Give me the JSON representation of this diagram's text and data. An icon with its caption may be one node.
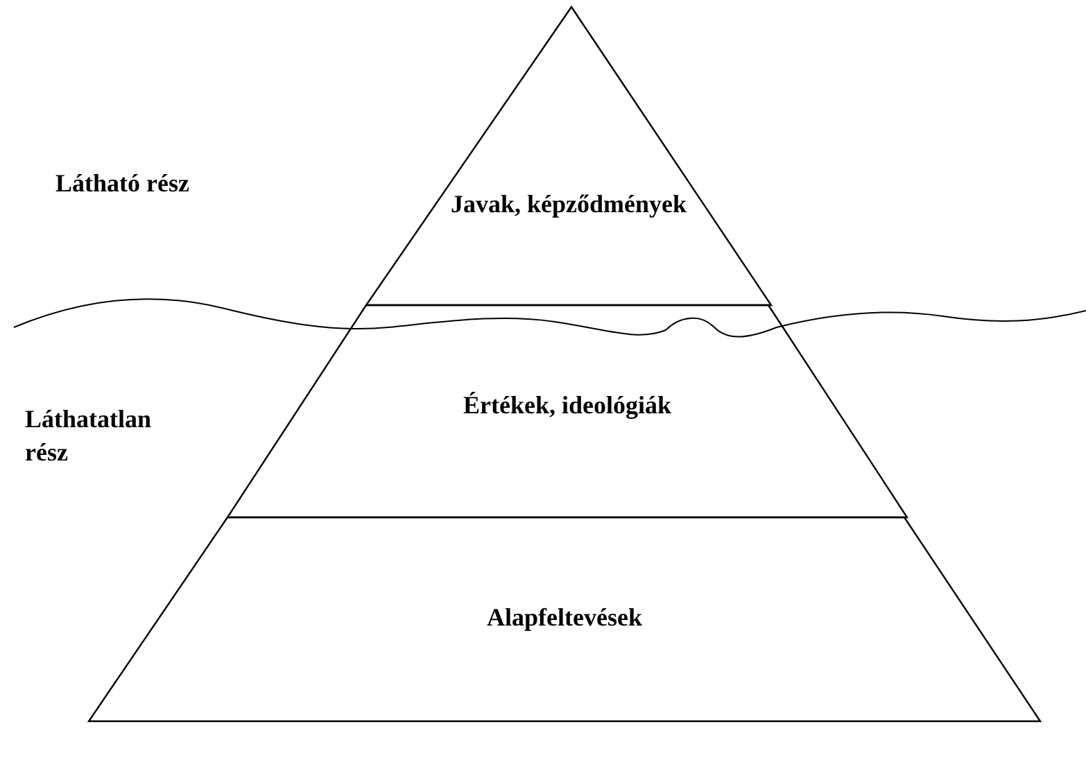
{
  "diagram": {
    "nodes": [
      {
        "text": [
          "Javak, képződmények"
        ]
      },
      {
        "text": [
          "Értékek, ideológiák"
        ]
      },
      {
        "text": [
          "Alapfeltevések"
        ]
      }
    ],
    "labels": [
      "Látható rész",
      "Láthatatlan rész"
    ]
  }
}
